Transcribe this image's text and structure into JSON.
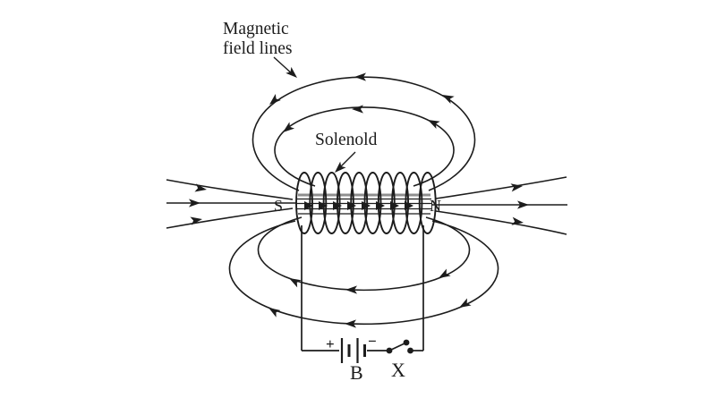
{
  "diagram": {
    "labels": {
      "field_lines_1": "Magnetic",
      "field_lines_2": "field lines",
      "solenoid": "Solenold",
      "south_pole": "S",
      "north_pole": "N",
      "battery_positive": "+",
      "battery_negative": "−",
      "battery": "B",
      "switch": "X"
    },
    "colors": {
      "line": "#1c1c1c",
      "background": "#ffffff",
      "core_band": "#8f8f8f"
    }
  }
}
